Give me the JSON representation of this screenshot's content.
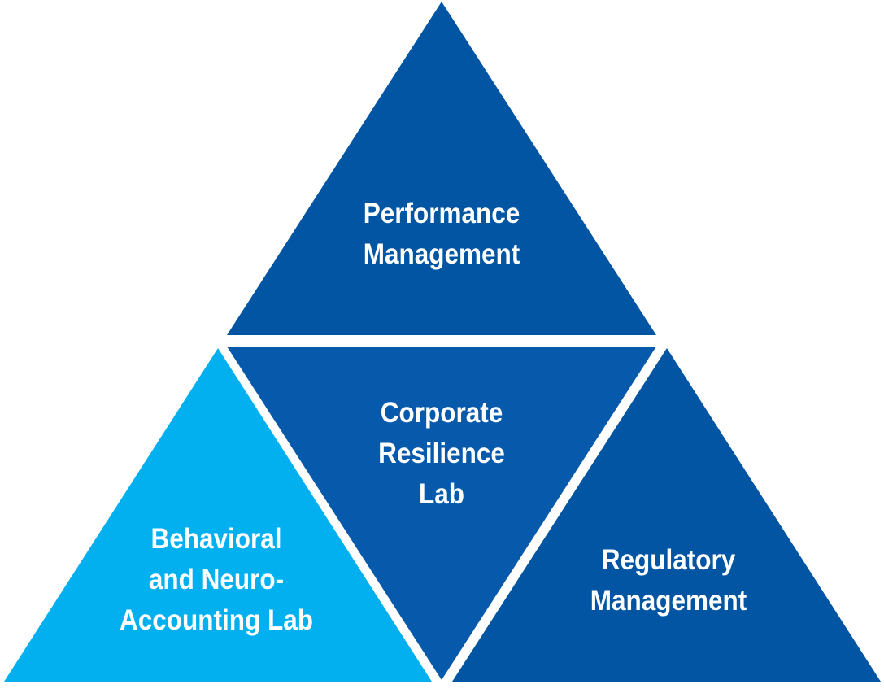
{
  "diagram": {
    "segments": [
      {
        "id": "top",
        "lines": [
          "Performance",
          "Management"
        ],
        "color": "#0255a2"
      },
      {
        "id": "center",
        "lines": [
          "Corporate",
          "Resilience",
          "Lab"
        ],
        "color": "#075aab"
      },
      {
        "id": "left",
        "lines": [
          "Behavioral",
          "and Neuro-",
          "Accounting Lab"
        ],
        "color": "#02b0f0"
      },
      {
        "id": "right",
        "lines": [
          "Regulatory",
          "Management"
        ],
        "color": "#0255a2"
      }
    ]
  }
}
